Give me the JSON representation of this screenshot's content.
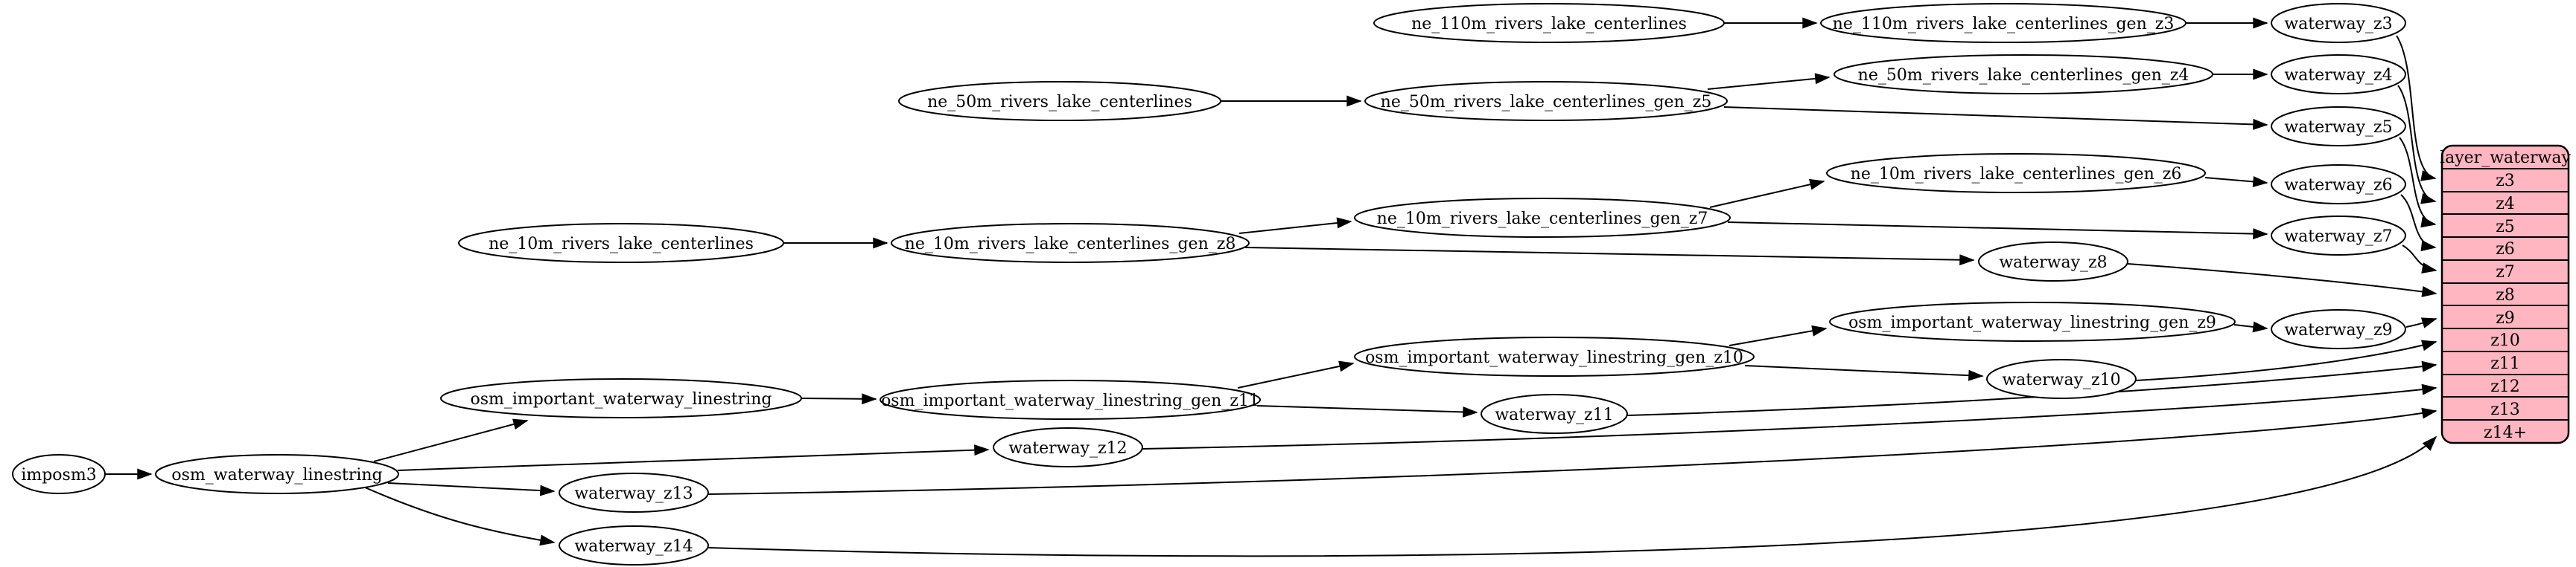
{
  "diagram": {
    "kind": "etl-graph",
    "background": "#ffffff"
  },
  "colors": {
    "node_fill": "#ffffff",
    "node_stroke": "#000000",
    "edge_color": "#000000",
    "text_color": "#000000",
    "record_fill": "#ffb6c1",
    "record_stroke": "#000000"
  },
  "nodes": {
    "imposm3": {
      "label": "imposm3"
    },
    "osm_waterway_linestring": {
      "label": "osm_waterway_linestring"
    },
    "osm_important_waterway_linestring": {
      "label": "osm_important_waterway_linestring"
    },
    "osm_important_waterway_linestring_gen_z11": {
      "label": "osm_important_waterway_linestring_gen_z11"
    },
    "osm_important_waterway_linestring_gen_z10": {
      "label": "osm_important_waterway_linestring_gen_z10"
    },
    "osm_important_waterway_linestring_gen_z9": {
      "label": "osm_important_waterway_linestring_gen_z9"
    },
    "ne_110m_rivers_lake_centerlines": {
      "label": "ne_110m_rivers_lake_centerlines"
    },
    "ne_110m_rivers_lake_centerlines_gen_z3": {
      "label": "ne_110m_rivers_lake_centerlines_gen_z3"
    },
    "ne_50m_rivers_lake_centerlines": {
      "label": "ne_50m_rivers_lake_centerlines"
    },
    "ne_50m_rivers_lake_centerlines_gen_z5": {
      "label": "ne_50m_rivers_lake_centerlines_gen_z5"
    },
    "ne_50m_rivers_lake_centerlines_gen_z4": {
      "label": "ne_50m_rivers_lake_centerlines_gen_z4"
    },
    "ne_10m_rivers_lake_centerlines": {
      "label": "ne_10m_rivers_lake_centerlines"
    },
    "ne_10m_rivers_lake_centerlines_gen_z8": {
      "label": "ne_10m_rivers_lake_centerlines_gen_z8"
    },
    "ne_10m_rivers_lake_centerlines_gen_z7": {
      "label": "ne_10m_rivers_lake_centerlines_gen_z7"
    },
    "ne_10m_rivers_lake_centerlines_gen_z6": {
      "label": "ne_10m_rivers_lake_centerlines_gen_z6"
    },
    "waterway_z3": {
      "label": "waterway_z3"
    },
    "waterway_z4": {
      "label": "waterway_z4"
    },
    "waterway_z5": {
      "label": "waterway_z5"
    },
    "waterway_z6": {
      "label": "waterway_z6"
    },
    "waterway_z7": {
      "label": "waterway_z7"
    },
    "waterway_z8": {
      "label": "waterway_z8"
    },
    "waterway_z9": {
      "label": "waterway_z9"
    },
    "waterway_z10": {
      "label": "waterway_z10"
    },
    "waterway_z11": {
      "label": "waterway_z11"
    },
    "waterway_z12": {
      "label": "waterway_z12"
    },
    "waterway_z13": {
      "label": "waterway_z13"
    },
    "waterway_z14": {
      "label": "waterway_z14"
    }
  },
  "record": {
    "header": "layer_waterway",
    "rows": [
      "z3",
      "z4",
      "z5",
      "z6",
      "z7",
      "z8",
      "z9",
      "z10",
      "z11",
      "z12",
      "z13",
      "z14+"
    ]
  },
  "edges": [
    {
      "from": "imposm3",
      "to": "osm_waterway_linestring"
    },
    {
      "from": "osm_waterway_linestring",
      "to": "osm_important_waterway_linestring"
    },
    {
      "from": "osm_waterway_linestring",
      "to": "waterway_z12"
    },
    {
      "from": "osm_waterway_linestring",
      "to": "waterway_z13"
    },
    {
      "from": "osm_waterway_linestring",
      "to": "waterway_z14"
    },
    {
      "from": "osm_important_waterway_linestring",
      "to": "osm_important_waterway_linestring_gen_z11"
    },
    {
      "from": "osm_important_waterway_linestring_gen_z11",
      "to": "osm_important_waterway_linestring_gen_z10"
    },
    {
      "from": "osm_important_waterway_linestring_gen_z11",
      "to": "waterway_z11"
    },
    {
      "from": "osm_important_waterway_linestring_gen_z10",
      "to": "osm_important_waterway_linestring_gen_z9"
    },
    {
      "from": "osm_important_waterway_linestring_gen_z10",
      "to": "waterway_z10"
    },
    {
      "from": "osm_important_waterway_linestring_gen_z9",
      "to": "waterway_z9"
    },
    {
      "from": "ne_110m_rivers_lake_centerlines",
      "to": "ne_110m_rivers_lake_centerlines_gen_z3"
    },
    {
      "from": "ne_110m_rivers_lake_centerlines_gen_z3",
      "to": "waterway_z3"
    },
    {
      "from": "ne_50m_rivers_lake_centerlines",
      "to": "ne_50m_rivers_lake_centerlines_gen_z5"
    },
    {
      "from": "ne_50m_rivers_lake_centerlines_gen_z5",
      "to": "ne_50m_rivers_lake_centerlines_gen_z4"
    },
    {
      "from": "ne_50m_rivers_lake_centerlines_gen_z5",
      "to": "waterway_z5"
    },
    {
      "from": "ne_50m_rivers_lake_centerlines_gen_z4",
      "to": "waterway_z4"
    },
    {
      "from": "ne_10m_rivers_lake_centerlines",
      "to": "ne_10m_rivers_lake_centerlines_gen_z8"
    },
    {
      "from": "ne_10m_rivers_lake_centerlines_gen_z8",
      "to": "ne_10m_rivers_lake_centerlines_gen_z7"
    },
    {
      "from": "ne_10m_rivers_lake_centerlines_gen_z8",
      "to": "waterway_z8"
    },
    {
      "from": "ne_10m_rivers_lake_centerlines_gen_z7",
      "to": "ne_10m_rivers_lake_centerlines_gen_z6"
    },
    {
      "from": "ne_10m_rivers_lake_centerlines_gen_z7",
      "to": "waterway_z7"
    },
    {
      "from": "ne_10m_rivers_lake_centerlines_gen_z6",
      "to": "waterway_z6"
    },
    {
      "from": "waterway_z3",
      "to": "layer_waterway:z3"
    },
    {
      "from": "waterway_z4",
      "to": "layer_waterway:z4"
    },
    {
      "from": "waterway_z5",
      "to": "layer_waterway:z5"
    },
    {
      "from": "waterway_z6",
      "to": "layer_waterway:z6"
    },
    {
      "from": "waterway_z7",
      "to": "layer_waterway:z7"
    },
    {
      "from": "waterway_z8",
      "to": "layer_waterway:z8"
    },
    {
      "from": "waterway_z9",
      "to": "layer_waterway:z9"
    },
    {
      "from": "waterway_z10",
      "to": "layer_waterway:z10"
    },
    {
      "from": "waterway_z11",
      "to": "layer_waterway:z11"
    },
    {
      "from": "waterway_z12",
      "to": "layer_waterway:z12"
    },
    {
      "from": "waterway_z13",
      "to": "layer_waterway:z13"
    },
    {
      "from": "waterway_z14",
      "to": "layer_waterway:z14+"
    }
  ]
}
